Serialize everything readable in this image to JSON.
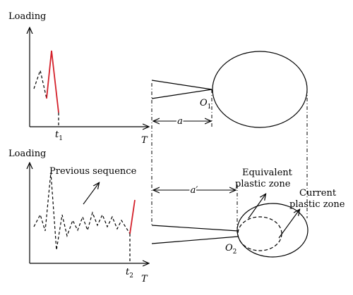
{
  "top_panel": {
    "y_label": "Loading",
    "x_label": "T",
    "time_mark": "t",
    "time_mark_sub": "1",
    "crack_length": "a",
    "tip_label": "O",
    "tip_label_sub": "1"
  },
  "bottom_panel": {
    "y_label": "Loading",
    "x_label": "T",
    "time_mark": "t",
    "time_mark_sub": "2",
    "sequence_label": "Previous sequence",
    "crack_length": "a′",
    "tip_label": "O",
    "tip_label_sub": "2",
    "equivalent_zone_line1": "Equivalent",
    "equivalent_zone_line2": "plastic zone",
    "current_zone_line1": "Current",
    "current_zone_line2": "plastic zone"
  },
  "colors": {
    "ink": "#000000",
    "highlight_load": "#d4202a"
  }
}
